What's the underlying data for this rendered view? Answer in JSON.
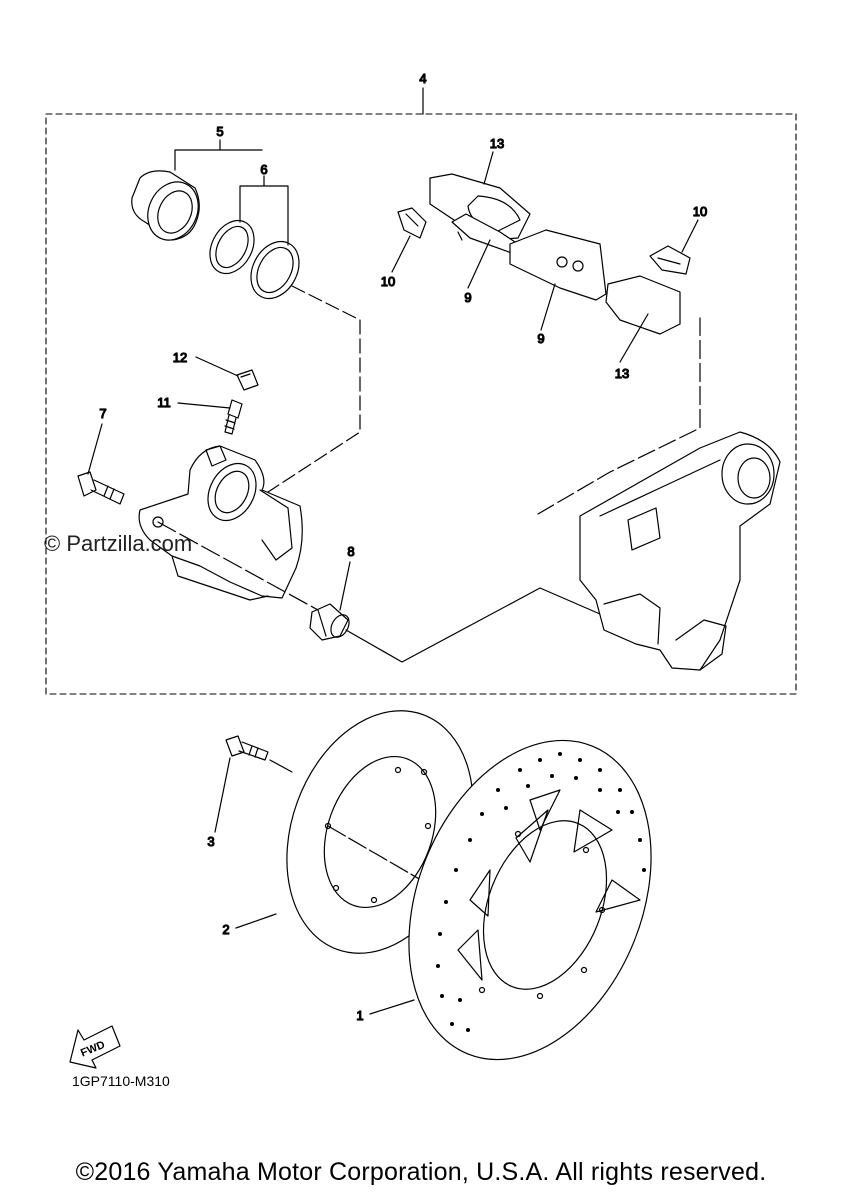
{
  "callouts": {
    "c1": "1",
    "c2": "2",
    "c3": "3",
    "c4": "4",
    "c5": "5",
    "c6": "6",
    "c7": "7",
    "c8": "8",
    "c9a": "9",
    "c9b": "9",
    "c10a": "10",
    "c10b": "10",
    "c11": "11",
    "c12": "12",
    "c13a": "13",
    "c13b": "13"
  },
  "fwd_label": "FWD",
  "diagram_code": "1GP7110-M310",
  "watermark": "© Partzilla.com",
  "copyright": "©2016 Yamaha Motor Corporation, U.S.A. All rights reserved."
}
